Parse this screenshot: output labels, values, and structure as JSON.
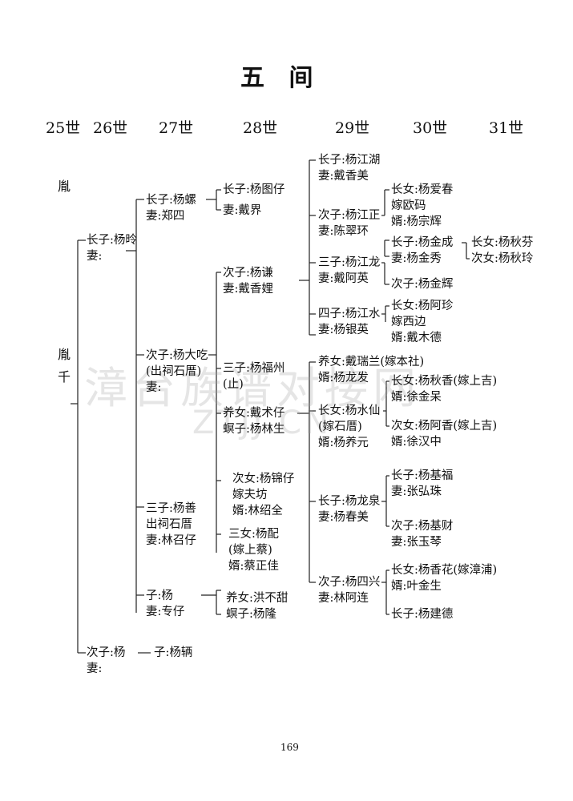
{
  "title": "五 间",
  "generations": [
    "25世",
    "26世",
    "27世",
    "28世",
    "29世",
    "30世",
    "31世"
  ],
  "ancestors": {
    "a": "胤",
    "b1": "胤",
    "b2": "千"
  },
  "nodes": {
    "g26_son1": [
      "长子:杨昤",
      "妻:"
    ],
    "g26_son2": [
      "次子:杨",
      "妻:"
    ],
    "g27_son1": [
      "长子:杨螺",
      "妻:郑四"
    ],
    "g27_son2": [
      "次子:杨大吃",
      "(出祠石厝)",
      "妻:"
    ],
    "g27_son3": [
      "三子:杨善",
      "出祠石厝",
      "妻:林召仔"
    ],
    "g27_son4": [
      "子:杨",
      "妻:专仔"
    ],
    "g27_son5": [
      "子:杨辆"
    ],
    "g28_tuzi": [
      "长子:杨图仔",
      "",
      "妻:戴界"
    ],
    "g28_qian": [
      "次子:杨谦",
      "妻:戴香娌"
    ],
    "g28_fuzhou": [
      "三子:杨福州",
      "(止)"
    ],
    "g28_yang_nv": [
      "养女:戴术仔",
      "螟子:杨林生"
    ],
    "g28_jinzai": [
      "次女:杨锦仔",
      "嫁夫坊",
      "婿:林绍全"
    ],
    "g28_pei": [
      "三女:杨配",
      "(嫁上蔡)",
      "婿:蔡正佳"
    ],
    "g28_hongbutian": [
      "养女:洪不甜",
      "螟子:杨隆"
    ],
    "g29_jianghu": [
      "长子:杨江湖",
      "妻:戴香美"
    ],
    "g29_jiangzheng": [
      "次子:杨江正",
      "妻:陈翠环"
    ],
    "g29_jianglong": [
      "三子:杨江龙",
      "妻:戴阿英"
    ],
    "g29_jiangshui": [
      "四子:杨江水",
      "妻:杨银英"
    ],
    "g29_ruilan": [
      "养女:戴瑞兰(嫁本社)",
      "婿:杨龙发"
    ],
    "g29_shuixian": [
      "长女:杨水仙",
      "(嫁石厝)",
      "婿:杨养元"
    ],
    "g29_longquan": [
      "长子:杨龙泉",
      "妻:杨春美"
    ],
    "g29_sixing": [
      "次子:杨四兴",
      "妻:林阿连"
    ],
    "g30_aichun": [
      "长女:杨爱春",
      "嫁欧码",
      "婿:杨宗辉"
    ],
    "g30_jincheng": [
      "长子:杨金成",
      "妻:杨金秀"
    ],
    "g30_jinhui": [
      "次子:杨金辉"
    ],
    "g30_azhen": [
      "长女:杨阿珍",
      "嫁西边",
      "婿:戴木德"
    ],
    "g30_qiuxiang": [
      "长女:杨秋香(嫁上吉)",
      "婿:徐金呆"
    ],
    "g30_axiang": [
      "次女:杨阿香(嫁上吉)",
      "婿:徐汉中"
    ],
    "g30_jifu": [
      "长子:杨基福",
      "妻:张弘珠"
    ],
    "g30_jicai": [
      "次子:杨基财",
      "妻:张玉琴"
    ],
    "g30_xianghua": [
      "长女:杨香花(嫁漳浦)",
      "婿:叶金生"
    ],
    "g30_jiande": [
      "长子:杨建德"
    ],
    "g31_qiufen": [
      "长女:杨秋芬",
      "次女:杨秋玲"
    ]
  },
  "watermark": {
    "line1": "漳台族谱对接网",
    "line2": "ZTJJ.CN"
  },
  "page_number": "169"
}
